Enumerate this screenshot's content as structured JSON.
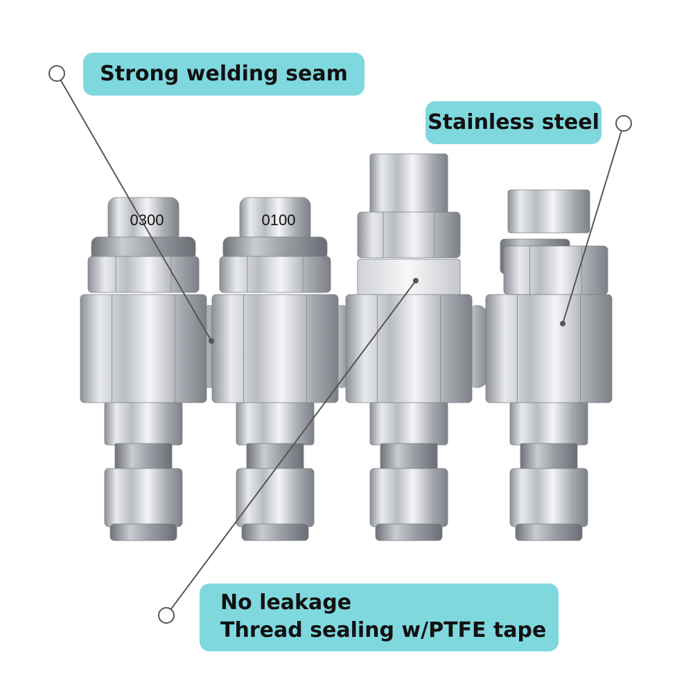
{
  "callouts": {
    "welding": "Strong welding seam",
    "steel": "Stainless steel",
    "leak_line1": "No leakage",
    "leak_line2": "Thread sealing w/PTFE tape"
  },
  "nozzle_labels": [
    "0300",
    "0100"
  ],
  "colors": {
    "callout_bg": "#80d8df",
    "leader_line": "#555555"
  }
}
